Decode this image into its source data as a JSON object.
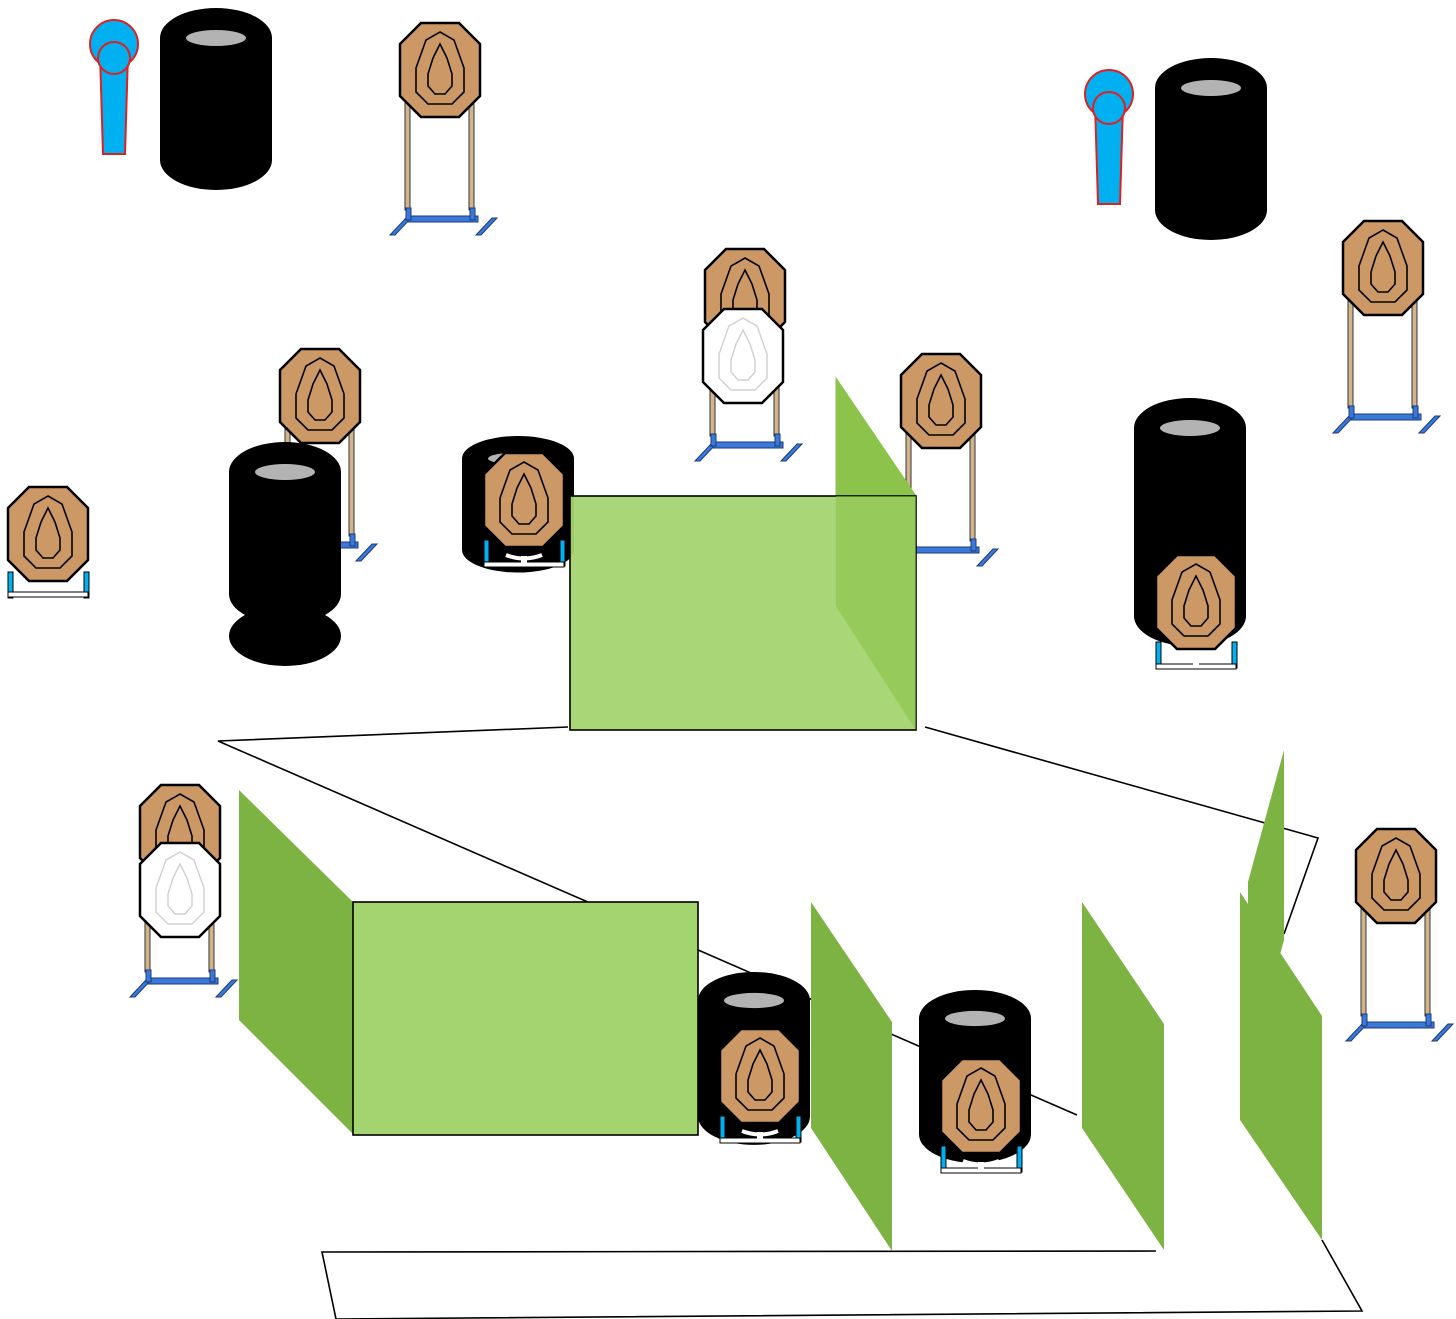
{
  "diagram": {
    "colors": {
      "background": "#ffffff",
      "target_fill": "#cc9966",
      "no_shoot_fill": "#ffffff",
      "tire": "#000000",
      "tire_top": "#b3b3b3",
      "wall_front": "#a4d46f",
      "wall_side": "#7cb342",
      "wall_side_alt": "#8cc34b",
      "stand_blue": "#3a79d8",
      "leg_tan": "#d2b48c",
      "popper_blue": "#00b0f0",
      "popper_outline": "#e02020",
      "base_cyan": "#00b0f0",
      "outline": "#000000"
    },
    "elements": {
      "steel_poppers": 2,
      "tire_stacks": 8,
      "paper_targets": 14,
      "no_shoot_targets": 2,
      "barrels_walls": 2,
      "wing_panels": 6
    },
    "icons": [
      "popper-icon",
      "tire-stack-icon",
      "target-on-stand-icon",
      "no-shoot-target-icon",
      "target-on-tire-icon",
      "wall-barricade-icon",
      "wing-panel-icon",
      "fault-line"
    ]
  }
}
